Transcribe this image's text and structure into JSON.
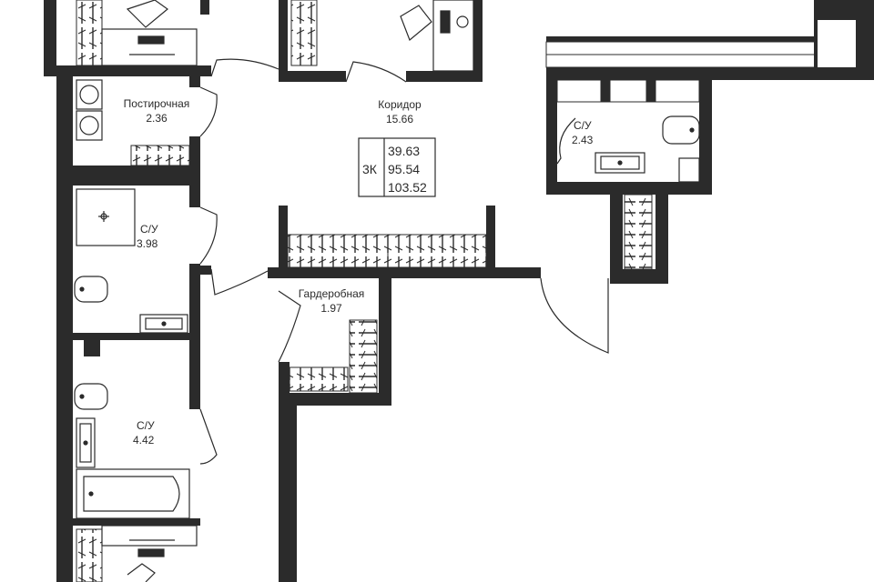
{
  "rooms": {
    "pantry": {
      "name": "Постирочная",
      "area": "2.36"
    },
    "corridor": {
      "name": "Коридор",
      "area": "15.66"
    },
    "bath_right": {
      "name": "С/У",
      "area": "2.43"
    },
    "bath_mid": {
      "name": "С/У",
      "area": "3.98"
    },
    "wardrobe": {
      "name": "Гардеробная",
      "area": "1.97"
    },
    "bath_low": {
      "name": "С/У",
      "area": "4.42"
    }
  },
  "summary": {
    "type": "3К",
    "living_area": "39.63",
    "total_area": "95.54",
    "full_area": "103.52"
  },
  "colors": {
    "wall": "#2b2b2b",
    "fixture": "#2b2b2b",
    "background": "#ffffff"
  }
}
